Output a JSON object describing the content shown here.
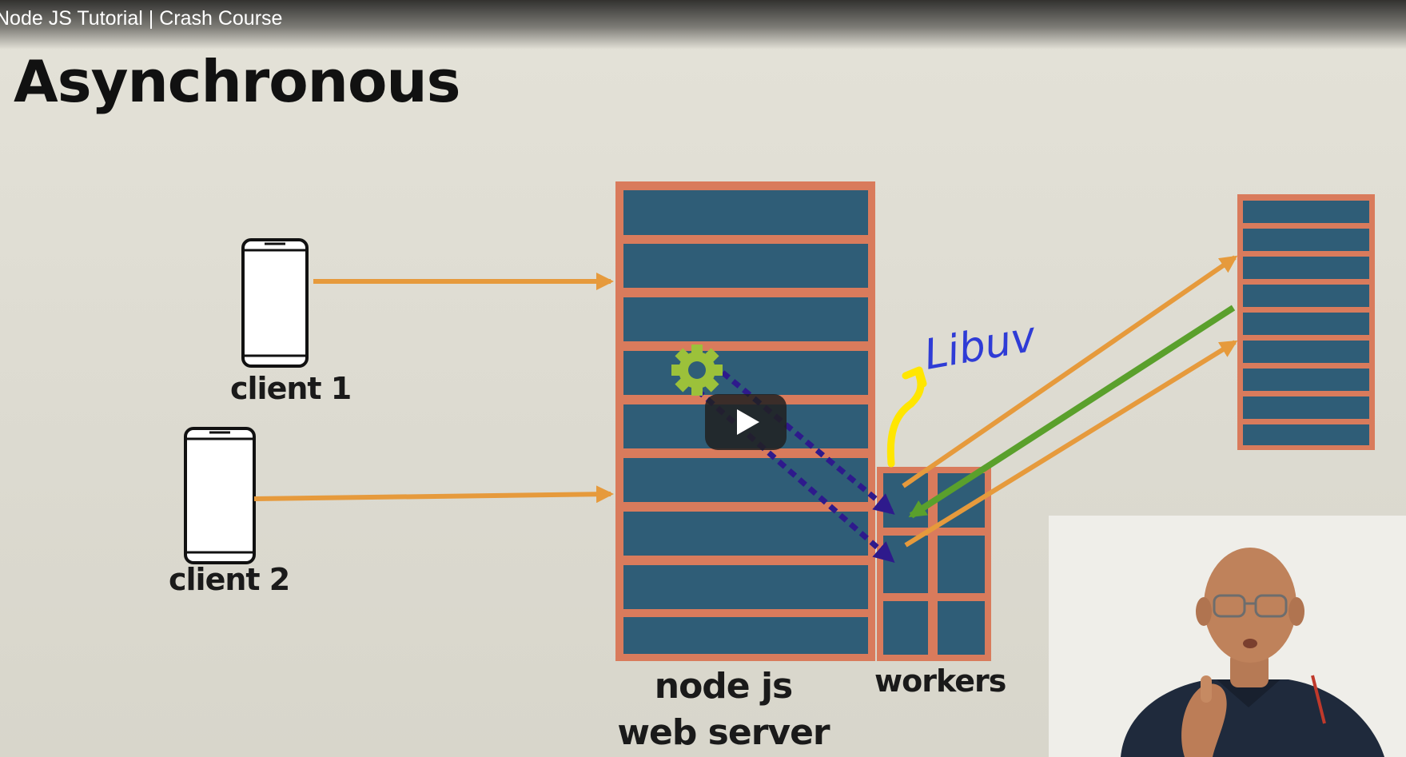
{
  "video": {
    "title": "Node JS Tutorial | Crash Course",
    "play_button": "play"
  },
  "slide": {
    "heading": "Asynchronous",
    "clients": [
      {
        "label": "client 1"
      },
      {
        "label": "client 2"
      }
    ],
    "server_label_line1": "node js",
    "server_label_line2": "web server",
    "workers_label": "workers",
    "annotation": "Libuv"
  },
  "colors": {
    "slide_bg": "#dddbd0",
    "rack_fill": "#2f5d77",
    "rack_border": "#d97b5c",
    "request_arrow": "#e69a3c",
    "response_arrow": "#5aa02c",
    "worker_arrow": "#2e1a8c",
    "gear": "#9cc13a",
    "highlight": "#ffe600",
    "annotation_ink": "#2f3cd6"
  },
  "icons": {
    "gear": "gear-icon",
    "phone": "phone-icon",
    "play": "play-icon"
  }
}
